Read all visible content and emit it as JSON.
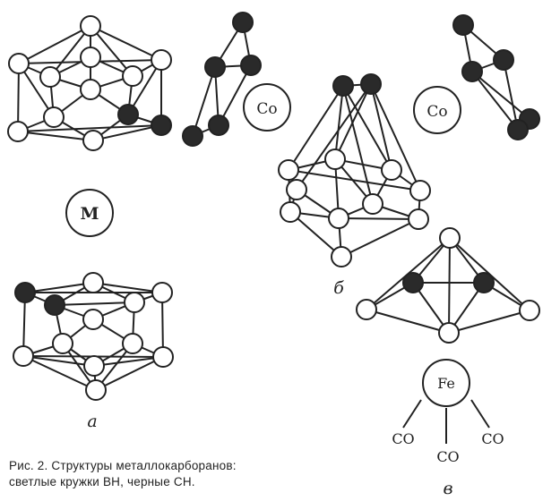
{
  "figure": {
    "caption_line1": "Рис. 2. Структуры металлокарборанов:",
    "caption_line2": "светлые кружки  BH, черные  CH."
  },
  "panels": {
    "a": {
      "label": "а",
      "metal_label": "M"
    },
    "b": {
      "label": "б",
      "metal_label_left": "Co",
      "metal_label_right": "Co"
    },
    "v": {
      "label": "в",
      "metal_label": "Fe",
      "ligands": [
        "CO",
        "CO",
        "CO"
      ]
    }
  },
  "legend": {
    "light_circle": "BH",
    "dark_circle": "CH"
  },
  "colors": {
    "ink": "#222222",
    "light_atom_fill": "#ffffff",
    "dark_atom_fill": "#2a2a2a",
    "background": "#ffffff"
  }
}
